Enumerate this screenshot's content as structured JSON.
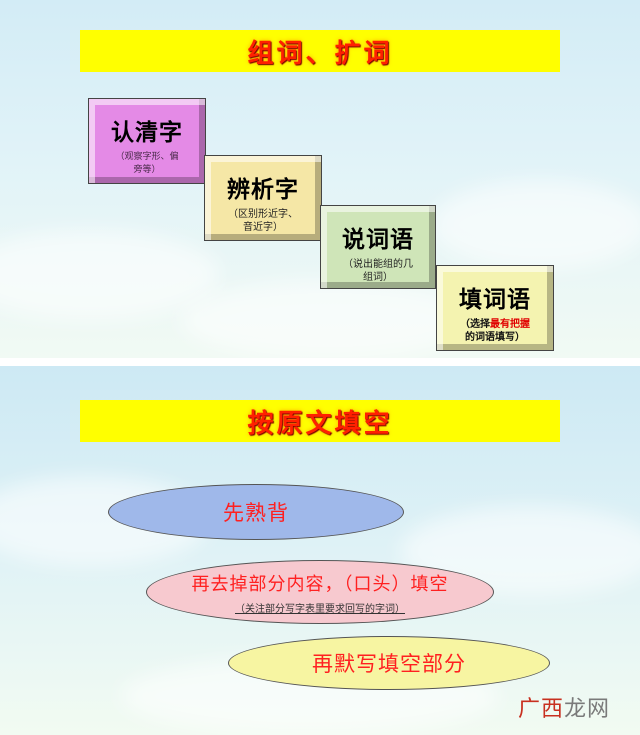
{
  "slide1": {
    "title": "组词、扩词",
    "steps": [
      {
        "main": "认清字",
        "sub": "（观察字形、偏旁等）"
      },
      {
        "main": "辨析字",
        "sub": "（区别形近字、音近字）"
      },
      {
        "main": "说词语",
        "sub": "（说出能组的几组词）"
      },
      {
        "main": "填词语",
        "sub_pre": "（选择",
        "sub_highlight": "最有把握",
        "sub_post": "的词语填写）"
      }
    ]
  },
  "slide2": {
    "title": "按原文填空",
    "pill1": "先熟背",
    "pill2": {
      "text": "再去掉部分内容，（口头）填空",
      "sub": "（关注部分写字表里要求回写的字词）"
    },
    "pill3": "再默写填空部分"
  },
  "watermark": {
    "part1": "广西",
    "part2": "龙网"
  },
  "colors": {
    "banner": "#ffff00",
    "title_text": "#ff2000",
    "step1": "#e48ae6",
    "step2": "#f5e7a6",
    "step3": "#cfe5b8",
    "step4": "#f4f3b0",
    "pill1": "#9fb8ea",
    "pill2": "#f7c9cf",
    "pill3": "#f7f5a2"
  }
}
